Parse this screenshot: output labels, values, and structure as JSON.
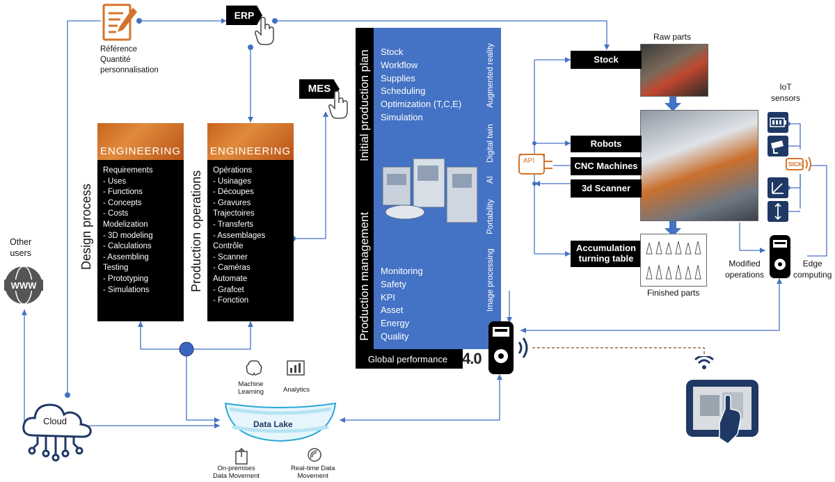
{
  "top": {
    "erp_label": "ERP",
    "mes_label": "MES",
    "reference_lines": [
      "Référence",
      "Quantité",
      "personnalisation"
    ]
  },
  "left": {
    "other_users": [
      "Other",
      "users"
    ],
    "cloud_label": "Cloud",
    "design_process_title": "Design process",
    "production_operations_title": "Production operations"
  },
  "engineering_design": {
    "header": "ENGINEERING",
    "items": [
      "Requirements",
      "-    Uses",
      "-    Functions",
      "-    Concepts",
      "-    Costs",
      "Modelization",
      "-    3D modeling",
      "-    Calculations",
      "-    Assembling",
      "Testing",
      "-    Prototyping",
      "-    Simulations"
    ]
  },
  "engineering_production": {
    "header": "ENGINEERING",
    "items": [
      "Opérations",
      "-    Usinages",
      "-    Découpes",
      "-    Gravures",
      "Trajectoires",
      "-    Transferts",
      "-    Assemblages",
      "Contrôle",
      "-    Scanner",
      "-    Caméras",
      "Automate",
      "-    Grafcet",
      "-    Fonction"
    ]
  },
  "production_management": {
    "initial_plan_title": "Initial production plan",
    "management_title": "Production management",
    "global_performance": "Global performance",
    "badge": "4.0",
    "top_items": [
      "Stock",
      "Workflow",
      "Supplies",
      "Scheduling",
      "Optimization (T,C,E)",
      "Simulation"
    ],
    "bottom_items": [
      "Monitoring",
      "Safety",
      "KPI",
      "Asset",
      "Energy",
      "Quality"
    ],
    "side_labels": [
      "Augmented reality",
      "Digital twin",
      "AI",
      "Portability",
      "Image processing"
    ]
  },
  "data_lake": {
    "title": "Data Lake",
    "machine_learning": [
      "Machine",
      "Learning"
    ],
    "analytics": "Analytics",
    "on_premises": [
      "On-premises",
      "Data Movement"
    ],
    "real_time": [
      "Real-time Data",
      "Movement"
    ]
  },
  "cell": {
    "raw_parts": "Raw parts",
    "stock": "Stock",
    "robots": "Robots",
    "cnc": "CNC Machines",
    "scanner": "3d Scanner",
    "accumulation": [
      "Accumulation",
      "turning table"
    ],
    "finished_parts": "Finished parts",
    "api": "API",
    "iot_sensors": [
      "IoT",
      "sensors"
    ],
    "sick": "SICK",
    "modified_operations": [
      "Modified",
      "operations"
    ],
    "edge_computing": [
      "Edge",
      "computing"
    ]
  },
  "colors": {
    "link_blue": "#4472c4",
    "engineering_orange": "#d4732a",
    "device_navy": "#1f3864",
    "dashed_brown": "#8b4513"
  }
}
